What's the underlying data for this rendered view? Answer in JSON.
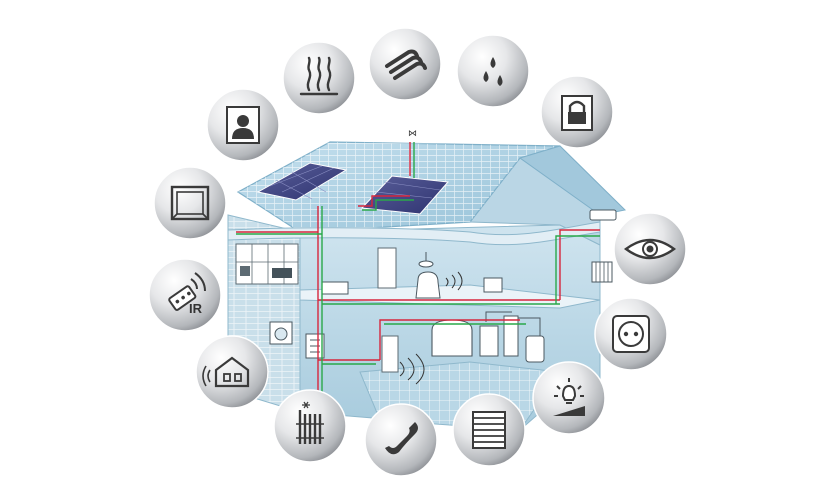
{
  "diagram": {
    "subject": "smart-home",
    "colors": {
      "sky": "#cfe3ee",
      "house_wall": "#bcd8e6",
      "house_wall_dark": "#9fc4d8",
      "roof": "#a9cde0",
      "wire_red": "#d7263d",
      "wire_green": "#2aa84a",
      "badge_light": "#ffffff",
      "badge_mid": "#d9dadc",
      "badge_dark": "#8e9196",
      "icon_dark": "#3a3a3a"
    },
    "badges": [
      {
        "id": "heating-waves",
        "icon": "heating-icon",
        "label": ""
      },
      {
        "id": "pipes",
        "icon": "pipes-icon",
        "label": ""
      },
      {
        "id": "water-drops",
        "icon": "water-drops-icon",
        "label": ""
      },
      {
        "id": "lock",
        "icon": "padlock-icon",
        "label": ""
      },
      {
        "id": "person-window",
        "icon": "person-in-frame-icon",
        "label": ""
      },
      {
        "id": "window-frame",
        "icon": "window-frame-icon",
        "label": ""
      },
      {
        "id": "eye",
        "icon": "eye-icon",
        "label": ""
      },
      {
        "id": "ir-remote",
        "icon": "ir-remote-icon",
        "label": "IR"
      },
      {
        "id": "socket",
        "icon": "power-socket-icon",
        "label": ""
      },
      {
        "id": "home-presence",
        "icon": "home-presence-icon",
        "label": ""
      },
      {
        "id": "lamp",
        "icon": "lamp-dimmer-icon",
        "label": ""
      },
      {
        "id": "radiator",
        "icon": "radiator-icon",
        "label": ""
      },
      {
        "id": "phone",
        "icon": "phone-icon",
        "label": ""
      },
      {
        "id": "blinds",
        "icon": "blinds-icon",
        "label": ""
      }
    ]
  }
}
